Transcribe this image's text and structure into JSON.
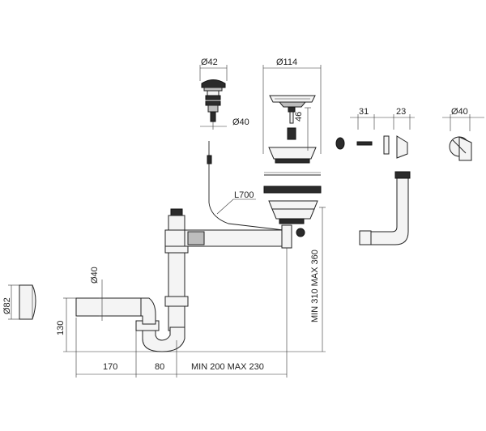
{
  "dimensions": {
    "plug_diameter": "Ø42",
    "basket_diameter": "Ø114",
    "plug_stem_diameter": "Ø40",
    "basket_height": "46",
    "overflow_width": "31",
    "overflow_depth": "23",
    "overflow_cap_diameter": "Ø40",
    "cable_length": "L700",
    "trap_diameter": "Ø40",
    "cap_diameter": "Ø82",
    "height": "130",
    "vertical_range": "MIN 310 MAX 360",
    "horizontal_1": "170",
    "horizontal_2": "80",
    "horizontal_range": "MIN 200 MAX 230"
  }
}
